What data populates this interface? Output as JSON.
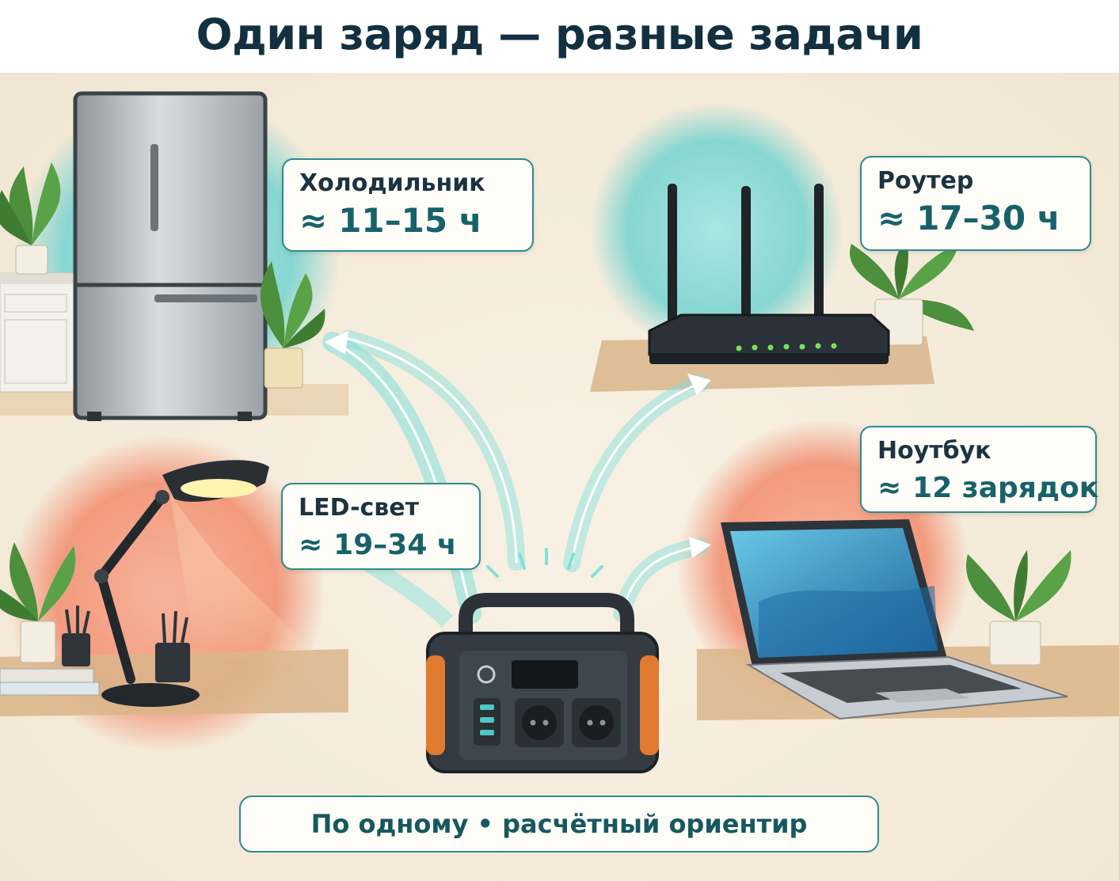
{
  "title": "Один заряд — разные задачи",
  "cards": {
    "fridge": {
      "label": "Холодильник",
      "approx": "≈",
      "value": "11–15 ч"
    },
    "router": {
      "label": "Роутер",
      "approx": "≈",
      "value": "17–30 ч"
    },
    "led": {
      "label": "LED-свет",
      "approx": "≈",
      "value": "19–34 ч"
    },
    "laptop": {
      "label": "Ноутбук",
      "approx": "≈",
      "value": "12 зарядок"
    }
  },
  "footer": {
    "note": "По одному • расчётный ориентир"
  },
  "colors": {
    "teal_accent": "#2e8c8b",
    "title": "#12303f",
    "station_orange": "#e07a2e",
    "halo_teal": "#7fd6d3",
    "halo_coral": "#f2977b"
  },
  "icons": [
    "refrigerator-icon",
    "router-icon",
    "desk-lamp-icon",
    "laptop-icon",
    "power-station-icon",
    "plant-icon",
    "arrow-icon"
  ]
}
